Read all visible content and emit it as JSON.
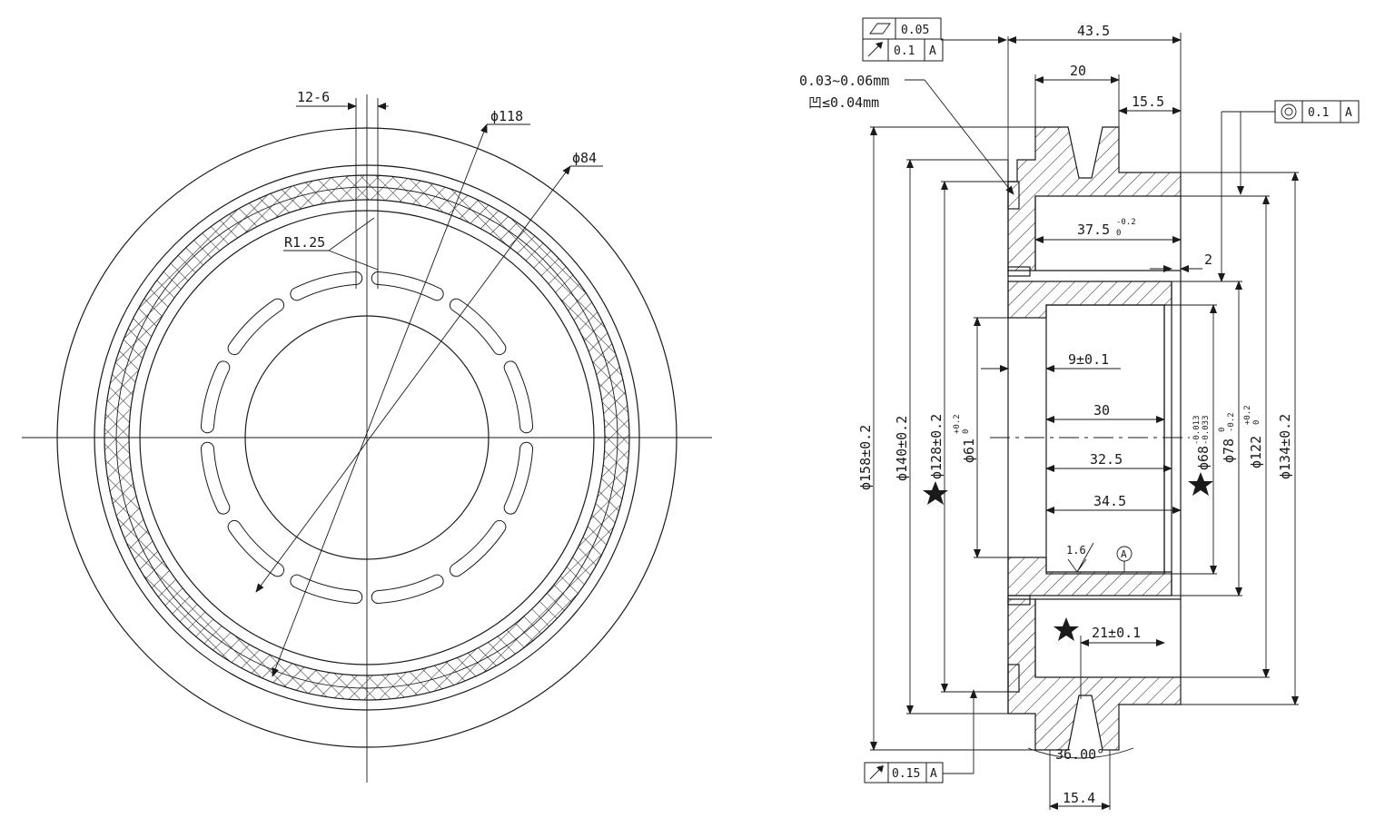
{
  "front_view": {
    "slot_width_label": "12-6",
    "dia_outer_label": "ϕ118",
    "dia_inner_label": "ϕ84",
    "radius_label": "R1.25"
  },
  "section_view": {
    "fcf_top": {
      "symbol": "parallelogram-icon",
      "value": "0.05"
    },
    "fcf_runout": {
      "symbol": "runout-arrow-icon",
      "value": "0.1",
      "datum": "A"
    },
    "fcf_concentric": {
      "symbol": "concentricity-icon",
      "value": "0.1",
      "datum": "A"
    },
    "fcf_bottom": {
      "symbol": "runout-arrow-icon",
      "value": "0.15",
      "datum": "A"
    },
    "note_line1": "0.03~0.06mm",
    "note_line2": "凹≤0.04mm",
    "dims": {
      "overall_width": "43.5",
      "groove_top": "20",
      "step": "15.5",
      "bore_depth": "37.5",
      "bore_depth_tol_upper": "-0.2",
      "bore_depth_tol_lower": "0",
      "gap": "2",
      "flange": "9±0.1",
      "len_30": "30",
      "len_32_5": "32.5",
      "len_34_5": "34.5",
      "len_21": "21±0.1",
      "surface_finish": "1.6",
      "datum": "A",
      "groove_angle": "36.00°",
      "groove_bottom": "15.4",
      "d158": "ϕ158±0.2",
      "d140": "ϕ140±0.2",
      "d128": "ϕ128±0.2",
      "d61": "ϕ61",
      "d61_tol_upper": "+0.2",
      "d61_tol_lower": "0",
      "d68": "ϕ68",
      "d68_tol_upper": "-0.013",
      "d68_tol_lower": "-0.033",
      "d78": "ϕ78",
      "d78_tol_upper": "0",
      "d78_tol_lower": "-0.2",
      "d122": "ϕ122",
      "d122_tol_upper": "+0.2",
      "d122_tol_lower": "0",
      "d134": "ϕ134±0.2"
    }
  }
}
